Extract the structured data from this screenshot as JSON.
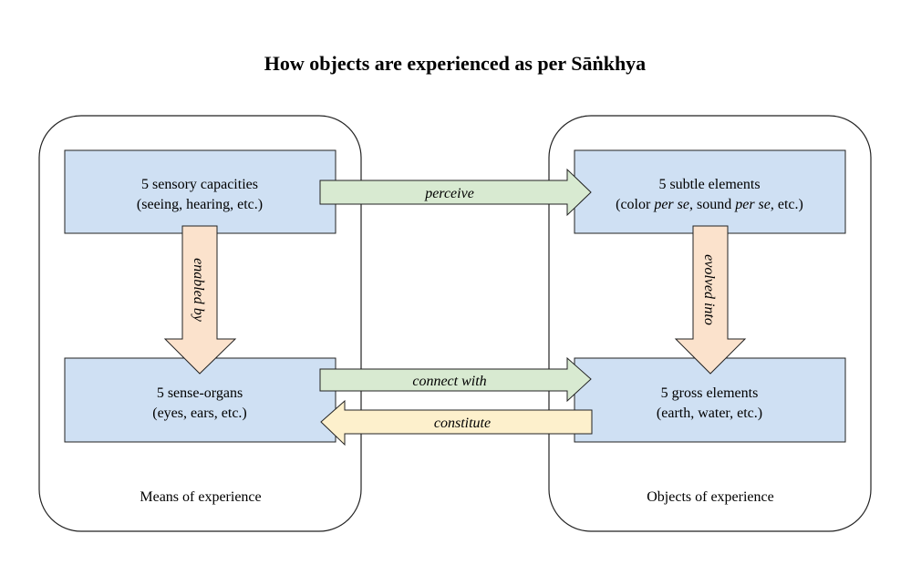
{
  "title": "How objects are experienced as per Sāṅkhya",
  "colors": {
    "box_fill": "#cfe0f3",
    "perceive_fill": "#d8ead1",
    "down_fill": "#fbe2cc",
    "constitute_fill": "#fdf0cc",
    "stroke": "#222222"
  },
  "groups": {
    "means_label": "Means of experience",
    "objects_label": "Objects of experience"
  },
  "boxes": {
    "sensory_capacities": {
      "line1": "5 sensory capacities",
      "line2": "(seeing, hearing, etc.)"
    },
    "subtle_elements": {
      "line1": "5 subtle elements",
      "line2_a": "(color ",
      "line2_b": "per se",
      "line2_c": ", sound ",
      "line2_d": "per se",
      "line2_e": ", etc.)"
    },
    "sense_organs": {
      "line1": "5 sense-organs",
      "line2": "(eyes, ears, etc.)"
    },
    "gross_elements": {
      "line1": "5 gross elements",
      "line2": "(earth, water, etc.)"
    }
  },
  "arrows": {
    "perceive": "perceive",
    "enabled_by": "enabled by",
    "evolved_into": "evolved into",
    "connect_with": "connect with",
    "constitute": "constitute"
  }
}
